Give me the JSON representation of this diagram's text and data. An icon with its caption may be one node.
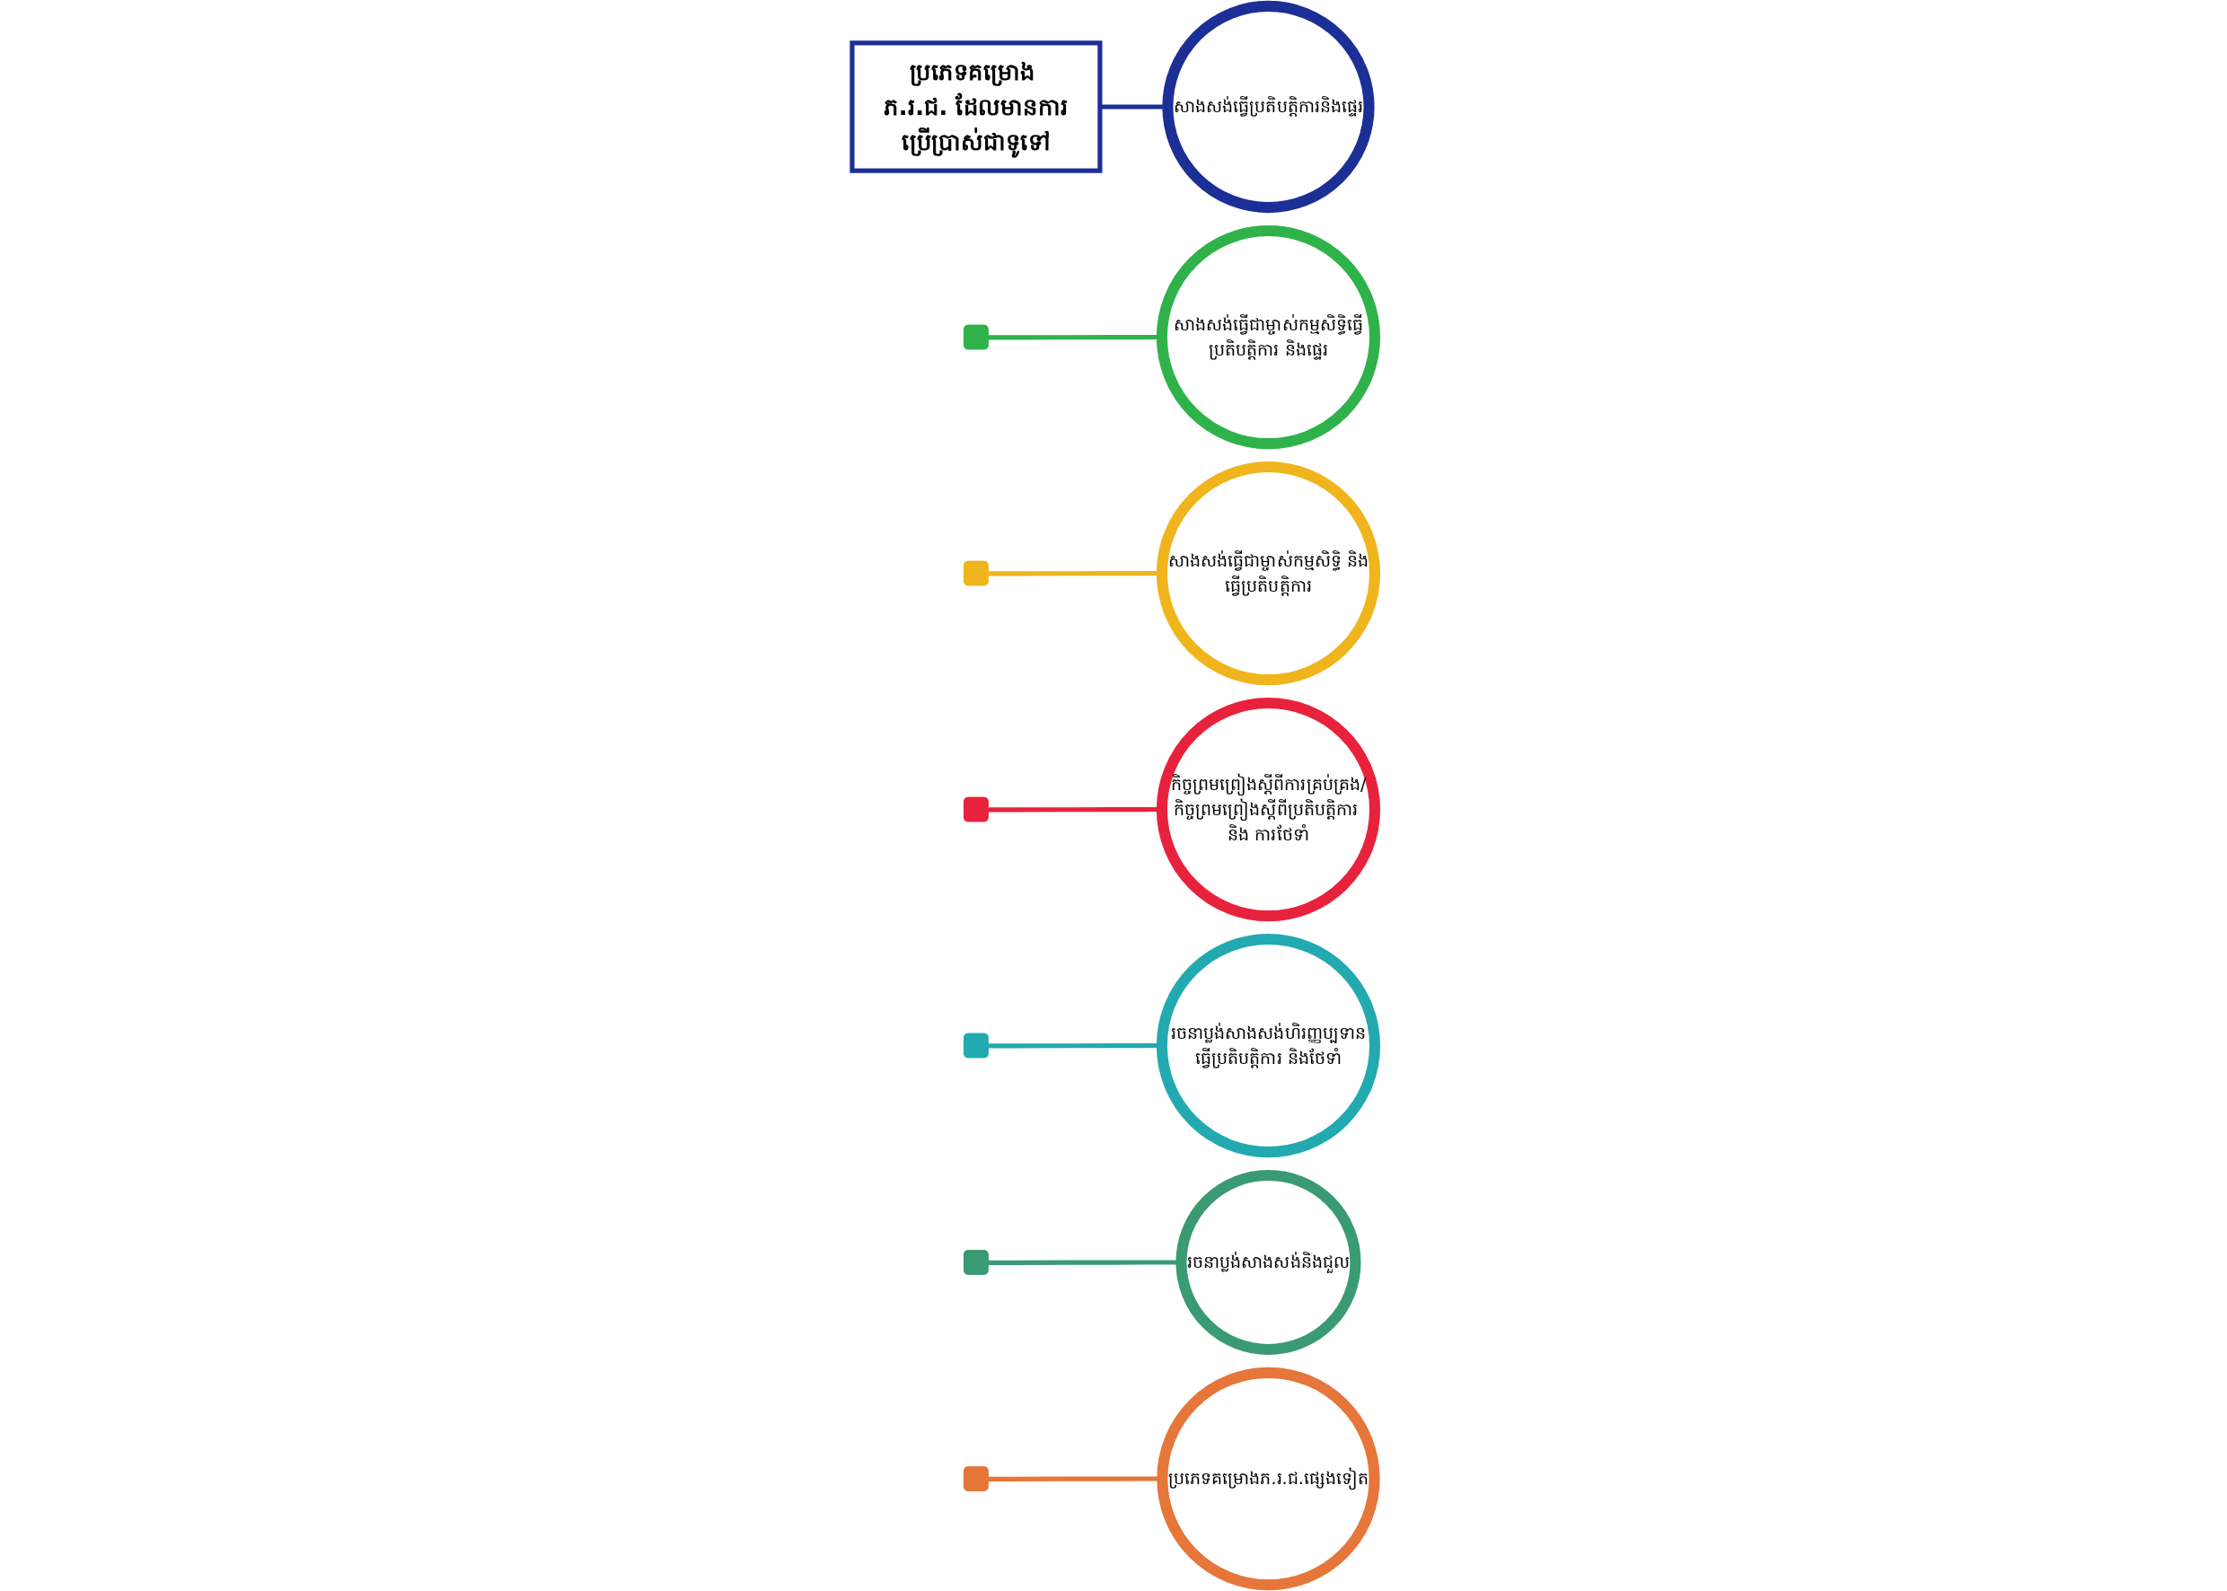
{
  "diagram": {
    "nodes": [
      {
        "text": [
          "ប្រភេទគម្រោង ភ.រ.ជ. ដែលមានការប្រើប្រាស់ជាទូទៅ"
        ]
      },
      {
        "text": [
          "សាងសង់ធ្វើប្រតិបត្តិការនិងផ្ទេរ"
        ]
      },
      {
        "text": [
          "សាងសង់ធ្វើជាម្ចាស់កម្មសិទ្ធិធ្វើប្រតិបត្តិការ និងផ្ទេរ"
        ]
      },
      {
        "text": [
          "សាងសង់ធ្វើជាម្ចាស់កម្មសិទ្ធិ និងធ្វើប្រតិបត្តិការ"
        ]
      },
      {
        "text": [
          "កិច្ចព្រមព្រៀងស្តីពីការគ្រប់គ្រង/កិច្ចព្រមព្រៀងស្តីពីប្រតិបត្តិការ និង ការថែទាំ"
        ]
      },
      {
        "text": [
          "រចនាប្លង់សាងសង់ហិរញ្ញប្បទានធ្វើប្រតិបត្តិការ និងថែទាំ"
        ]
      },
      {
        "text": [
          "រចនាប្លង់សាងសង់និងជួល"
        ]
      },
      {
        "text": [
          "ប្រភេទគម្រោងភ.រ.ជ.ផ្សេងទៀត"
        ]
      },
      {
        "text": [],
        "shape": "arc"
      },
      {
        "text": [],
        "shape": "arc"
      },
      {
        "text": [],
        "shape": "arc"
      },
      {
        "text": [],
        "shape": "arc"
      },
      {
        "text": [],
        "shape": "arc"
      },
      {
        "text": [],
        "shape": "arc"
      }
    ],
    "edges": [
      {
        "from": 0,
        "to": 1,
        "arrow": "none",
        "color": "#1c2f96"
      },
      {
        "from": 8,
        "to": 2,
        "arrow": "none",
        "color": "#2fb24a"
      },
      {
        "from": 9,
        "to": 3,
        "arrow": "none",
        "color": "#f0b41c"
      },
      {
        "from": 10,
        "to": 4,
        "arrow": "none",
        "color": "#e8223c"
      },
      {
        "from": 11,
        "to": 5,
        "arrow": "none",
        "color": "#22aab0"
      },
      {
        "from": 12,
        "to": 6,
        "arrow": "none",
        "color": "#3a9a74"
      },
      {
        "from": 13,
        "to": 7,
        "arrow": "none",
        "color": "#e6763a"
      }
    ]
  }
}
